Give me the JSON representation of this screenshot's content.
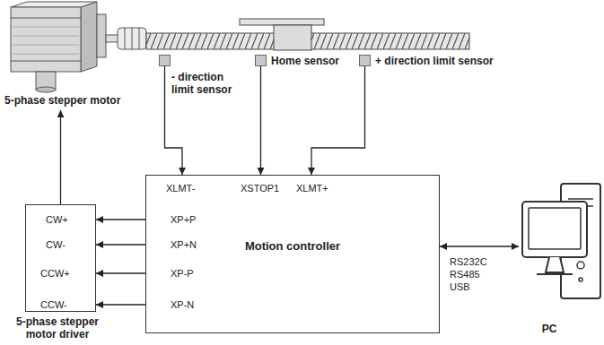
{
  "diagram": {
    "nodes": [
      {
        "text": [
          "5-phase stepper motor"
        ]
      },
      {
        "text": [
          "- direction limit sensor"
        ]
      },
      {
        "text": [
          "Home sensor"
        ]
      },
      {
        "text": [
          "+ direction limit sensor"
        ]
      },
      {
        "text": [
          "Motion controller"
        ]
      },
      {
        "text": [
          "5-phase stepper motor driver"
        ]
      },
      {
        "text": [
          "PC"
        ]
      }
    ],
    "edges": [
      {
        "from": 1,
        "to": 4,
        "arrow": "to"
      },
      {
        "from": 2,
        "to": 4,
        "arrow": "to"
      },
      {
        "from": 3,
        "to": 4,
        "arrow": "to"
      },
      {
        "from": 5,
        "to": 0,
        "arrow": "to"
      },
      {
        "from": 4,
        "to": 5,
        "arrow": "to"
      },
      {
        "from": 4,
        "to": 5,
        "arrow": "to"
      },
      {
        "from": 4,
        "to": 5,
        "arrow": "to"
      },
      {
        "from": 4,
        "to": 5,
        "arrow": "to"
      },
      {
        "from": 4,
        "to": 6,
        "arrow": "both",
        "label": "RS232C RS485 USB"
      }
    ],
    "labels": [
      "XLMT-",
      "XSTOP1",
      "XLMT+",
      "XP+P",
      "XP+N",
      "XP-P",
      "XP-N",
      "CW+",
      "CW-",
      "CCW+",
      "CCW-"
    ]
  }
}
